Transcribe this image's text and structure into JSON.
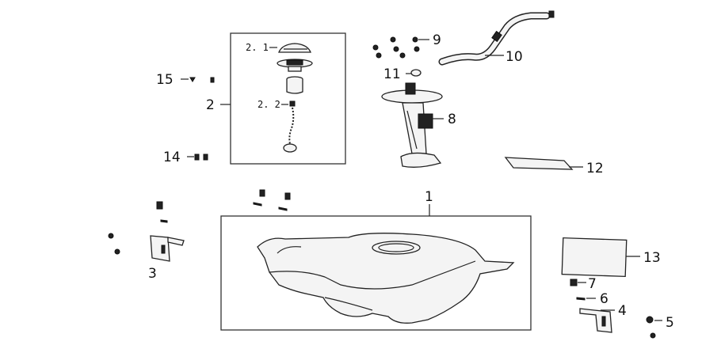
{
  "diagram": {
    "callouts": {
      "c1": "1",
      "c2": "2",
      "c2_1": "2. 1",
      "c2_2": "2. 2",
      "c3": "3",
      "c4": "4",
      "c5": "5",
      "c6": "6",
      "c7": "7",
      "c8": "8",
      "c9": "9",
      "c10": "10",
      "c11": "11",
      "c12": "12",
      "c13": "13",
      "c14": "14",
      "c15": "15"
    }
  }
}
